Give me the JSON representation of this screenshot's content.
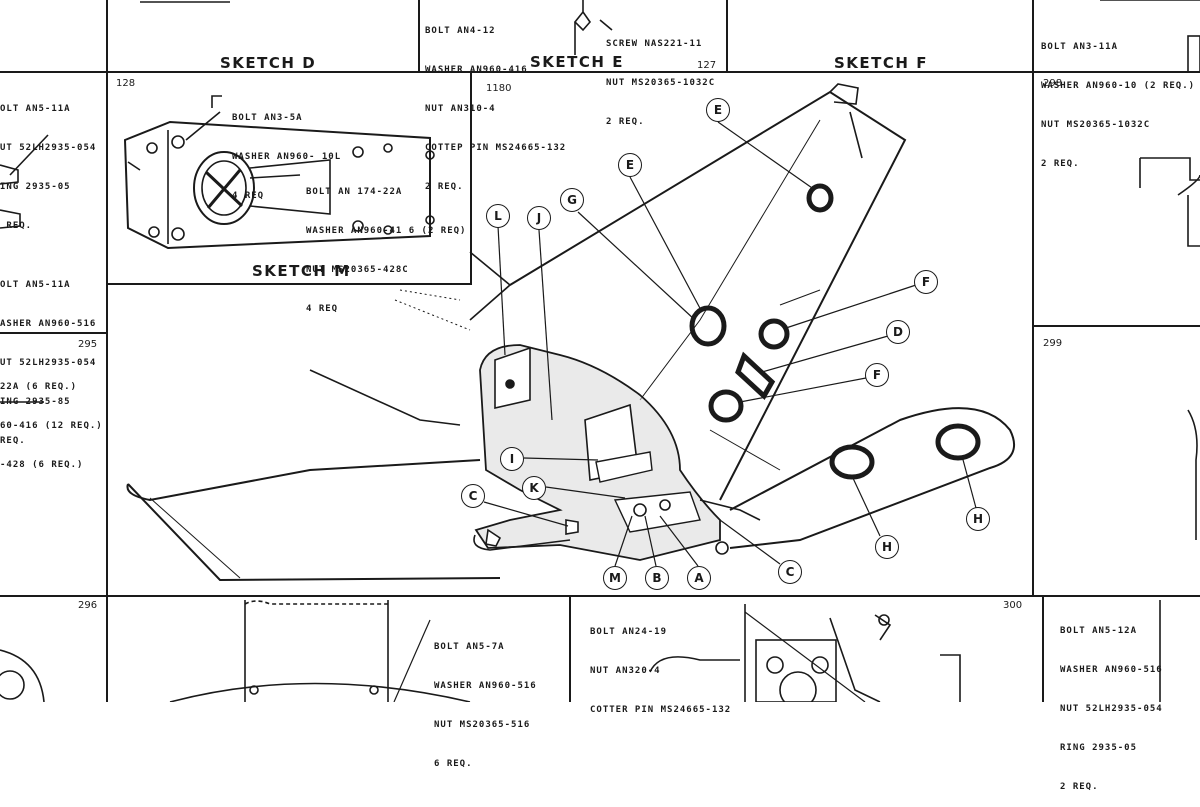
{
  "sketches": {
    "d": {
      "title": "SKETCH D"
    },
    "e": {
      "title": "SKETCH E",
      "number": "127"
    },
    "f": {
      "title": "SKETCH F"
    },
    "m": {
      "title": "SKETCH M",
      "number": "128"
    }
  },
  "main": {
    "number": "1180"
  },
  "panel_numbers": {
    "n298": "298",
    "n299": "299",
    "n295": "295",
    "n296": "296",
    "n300": "300"
  },
  "notes": {
    "top_center": [
      "BOLT AN4-12",
      "WASHER AN960-416",
      "NUT AN310-4",
      "COTTEP PIN MS24665-132",
      "2 REQ."
    ],
    "top_center_screw": [
      "SCREW NAS221-11",
      "NUT MS20365-1032C",
      "2 REQ."
    ],
    "top_right": [
      "BOLT AN3-11A",
      "WASHER AN960-10 (2 REQ.)",
      "NUT MS20365-1032C",
      "2 REQ."
    ],
    "left_upper": [
      "OLT AN5-11A",
      "UT 52LH2935-054",
      "ING 2935-05",
      " REQ."
    ],
    "left_middle": [
      "OLT AN5-11A",
      "ASHER AN960-516",
      "UT 52LH2935-054",
      "ING 2935-85",
      "REQ."
    ],
    "left_lower": [
      "22A (6 REQ.)",
      "60-416 (12 REQ.)",
      "-428 (6 REQ.)"
    ],
    "sketch_m_1": [
      "BOLT AN3-5A",
      "WASHER AN960- 10L",
      "4 REQ"
    ],
    "sketch_m_2": [
      "BOLT AN 174-22A",
      "WASHER AN960-41 6 (2 REQ)",
      "NUT MS20365-428C",
      "4 REQ"
    ],
    "bottom_1": [
      "BOLT AN5-7A",
      "WASHER AN960-516",
      "NUT MS20365-516",
      "6 REQ."
    ],
    "bottom_2": [
      "BOLT AN24-19",
      "NUT AN320-4",
      "COTTER PIN MS24665-132"
    ],
    "bottom_3": [
      "BOLT AN5-12A",
      "WASHER AN960-516",
      "NUT 52LH2935-054",
      "RING 2935-05",
      "2 REQ."
    ]
  },
  "callouts": [
    "E",
    "E",
    "G",
    "L",
    "J",
    "F",
    "D",
    "F",
    "I",
    "K",
    "C",
    "M",
    "B",
    "A",
    "C",
    "H",
    "H"
  ]
}
